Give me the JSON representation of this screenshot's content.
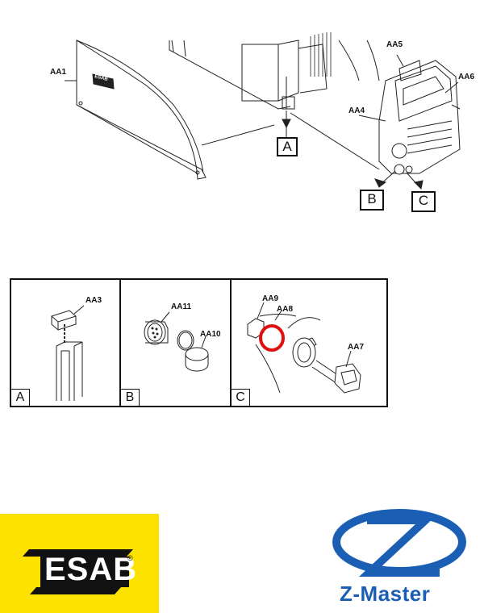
{
  "overview": {
    "labels": {
      "aa1": "AA1",
      "aa4": "AA4",
      "aa5": "AA5",
      "aa6": "AA6"
    },
    "panel_brand": "ESAB",
    "callouts": {
      "a": "A",
      "b": "B",
      "c": "C"
    }
  },
  "details": {
    "panels": [
      {
        "letter": "A",
        "labels": [
          "AA3"
        ]
      },
      {
        "letter": "B",
        "labels": [
          "AA11",
          "AA10"
        ]
      },
      {
        "letter": "C",
        "labels": [
          "AA9",
          "AA8",
          "AA7"
        ]
      }
    ],
    "highlight_color": "#e01010"
  },
  "logos": {
    "esab": {
      "text": "ESAB",
      "registered": "®",
      "bg_color": "#fde200"
    },
    "zmaster": {
      "text": "Z-Master",
      "color": "#1b5fb4"
    }
  }
}
